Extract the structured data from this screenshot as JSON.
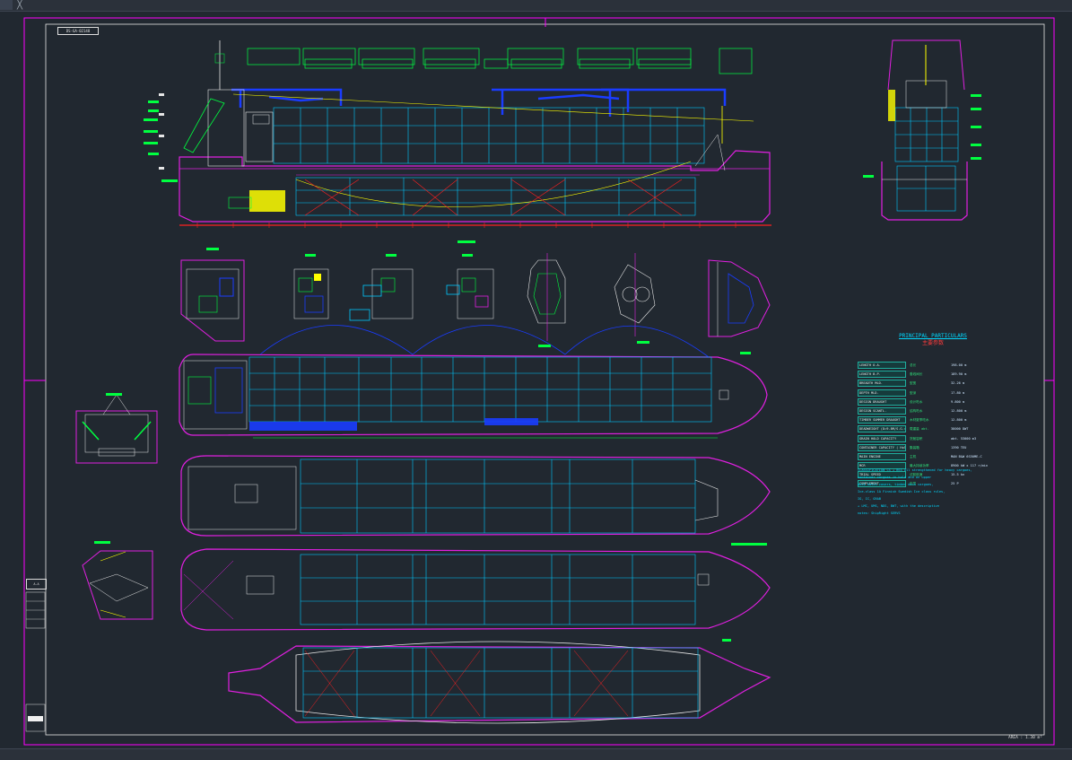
{
  "window": {
    "tab_close_glyph": "╳"
  },
  "drawing": {
    "drawing_number": "DS-GA-02148",
    "area_label": "AREA : 1.30 m²",
    "left_box_text": "A-A"
  },
  "principal_particulars": {
    "title": "PRINCIPAL PARTICULARS",
    "subtitle": "主要参数",
    "rows": [
      {
        "en": "LENGTH O.A.",
        "cn": "总长",
        "val": "198.00 m"
      },
      {
        "en": "LENGTH B.P.",
        "cn": "垂线间长",
        "val": "189.90 m"
      },
      {
        "en": "BREADTH MLD.",
        "cn": "型宽",
        "val": "32.26 m"
      },
      {
        "en": "DEPTH MLD.",
        "cn": "型深",
        "val": "17.80 m"
      },
      {
        "en": "DESIGN DRAUGHT",
        "cn": "设计吃水",
        "val": "9.800 m"
      },
      {
        "en": "DESIGN SCANTL.",
        "cn": "结构吃水",
        "val": "12.800 m"
      },
      {
        "en": "TIMBER SUMMER DRAUGHT",
        "cn": "木材夏季吃水",
        "val": "12.800 m"
      },
      {
        "en": "DEADWEIGHT (D=9.8M/S.G.=1.025)",
        "cn": "载重量 abt.",
        "val": "38000 DWT"
      },
      {
        "en": "GRAIN HOLD CAPACITY",
        "cn": "货舱容积",
        "val": "abt. 53000 m3"
      },
      {
        "en": "CONTAINER CAPACITY ( Hold / Deck / Total)",
        "cn": "集装箱",
        "val": "1390 TEU"
      },
      {
        "en": "MAIN ENGINE",
        "cn": "主机",
        "val": "MAN B&W 6S50ME-C"
      },
      {
        "en": "MCR",
        "cn": "最大持续功率",
        "val": "8900 kW x 117 r/min"
      },
      {
        "en": "TRIAL SPEED",
        "cn": "试航航速",
        "val": "15.5 kn"
      },
      {
        "en": "COMPLEMENT",
        "cn": "定员",
        "val": "25 P"
      }
    ],
    "notes": [
      "CLASSIFICATION  CS + BSS All strengthened for heavy cargoes,",
      "  container cargoes in hold and on upper",
      "  deck hatch covers, timber deck cargoes,",
      "  Ice-class 1A Finnish Swedish Ice class rules,",
      "  IG, IC, GRAB",
      "  + LMC, UMS, NDS, BWT, with the descriptive",
      "  notes: ShipRight SERVS"
    ]
  },
  "colors": {
    "background": "#212830",
    "border_magenta": "#ff00ff",
    "hull_magenta": "#e020e0",
    "cyan": "#00c8ff",
    "blue": "#1a3cff",
    "green": "#00ff40",
    "yellow": "#ffff00",
    "red": "#ff2020",
    "white": "#e6e6e6"
  }
}
